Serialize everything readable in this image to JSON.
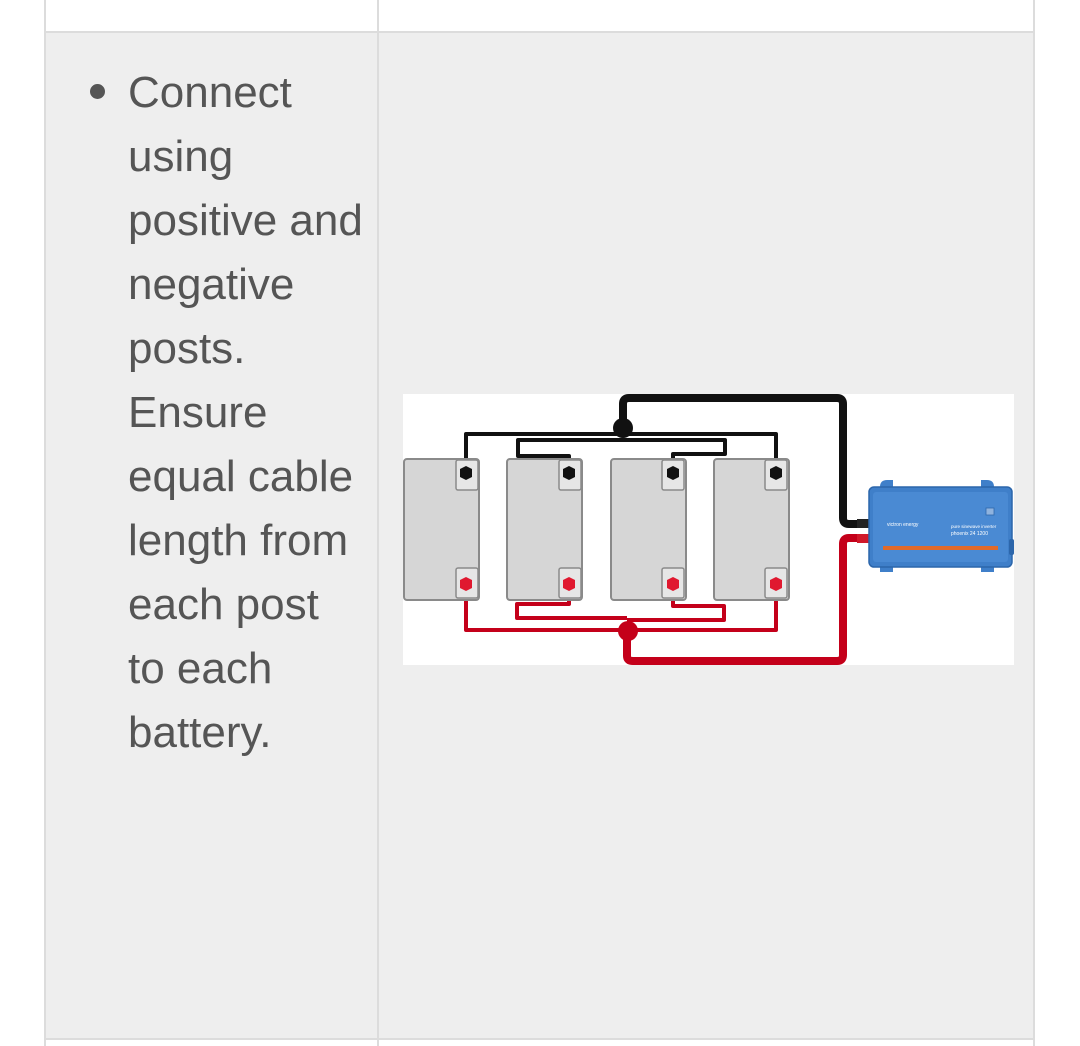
{
  "list": {
    "items": [
      "Connect using positive and negative posts. Ensure equal cable length from each post to each battery."
    ]
  },
  "diagram": {
    "inverter_brand": "victron energy",
    "inverter_model_line1": "pure sinewave inverter",
    "inverter_model_line2": "phoenix 24 1200",
    "colors": {
      "negative_cable": "#111111",
      "positive_cable": "#c4001a",
      "battery_fill": "#d6d6d6",
      "battery_stroke": "#8a8a8a",
      "inverter_body": "#3f7fc9",
      "inverter_stripe": "#e06a2a"
    },
    "battery_count": 4
  }
}
